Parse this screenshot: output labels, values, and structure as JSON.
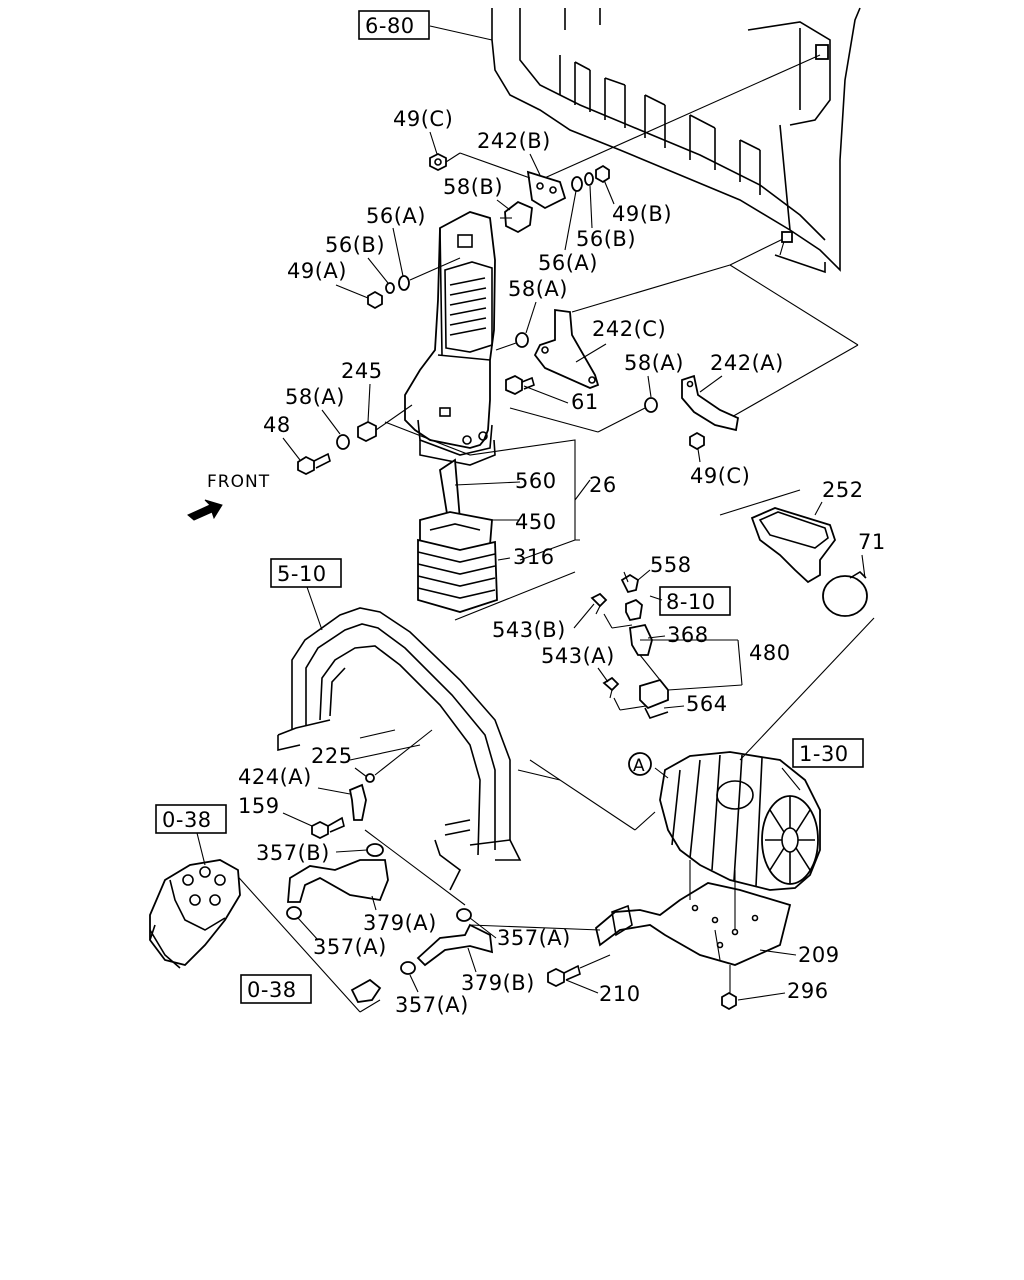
{
  "refs": {
    "r680": "6-80",
    "r510": "5-10",
    "r810": "8-10",
    "r130": "1-30",
    "r038a": "0-38",
    "r038b": "0-38"
  },
  "labels": {
    "l49c_top": "49(C)",
    "l242b": "242(B)",
    "l58b": "58(B)",
    "l49b": "49(B)",
    "l56a_top": "56(A)",
    "l56b_right": "56(B)",
    "l56a_mid": "56(A)",
    "l56b_left": "56(B)",
    "l49a": "49(A)",
    "l58a_mid": "58(A)",
    "l242c": "242(C)",
    "l58a_right": "58(A)",
    "l242a": "242(A)",
    "l245": "245",
    "l58a_left": "58(A)",
    "l48": "48",
    "l61": "61",
    "l49c_bottom": "49(C)",
    "l560": "560",
    "l26": "26",
    "l450": "450",
    "l316": "316",
    "l252": "252",
    "l71": "71",
    "l558": "558",
    "l543b": "543(B)",
    "l368": "368",
    "l480": "480",
    "l543a": "543(A)",
    "l564": "564",
    "lA": "A",
    "l225": "225",
    "l424a": "424(A)",
    "l159": "159",
    "l357b": "357(B)",
    "l379a": "379(A)",
    "l357a_1": "357(A)",
    "l357a_2": "357(A)",
    "l379b": "379(B)",
    "l357a_3": "357(A)",
    "l209": "209",
    "l210": "210",
    "l296": "296",
    "front": "FRONT"
  }
}
